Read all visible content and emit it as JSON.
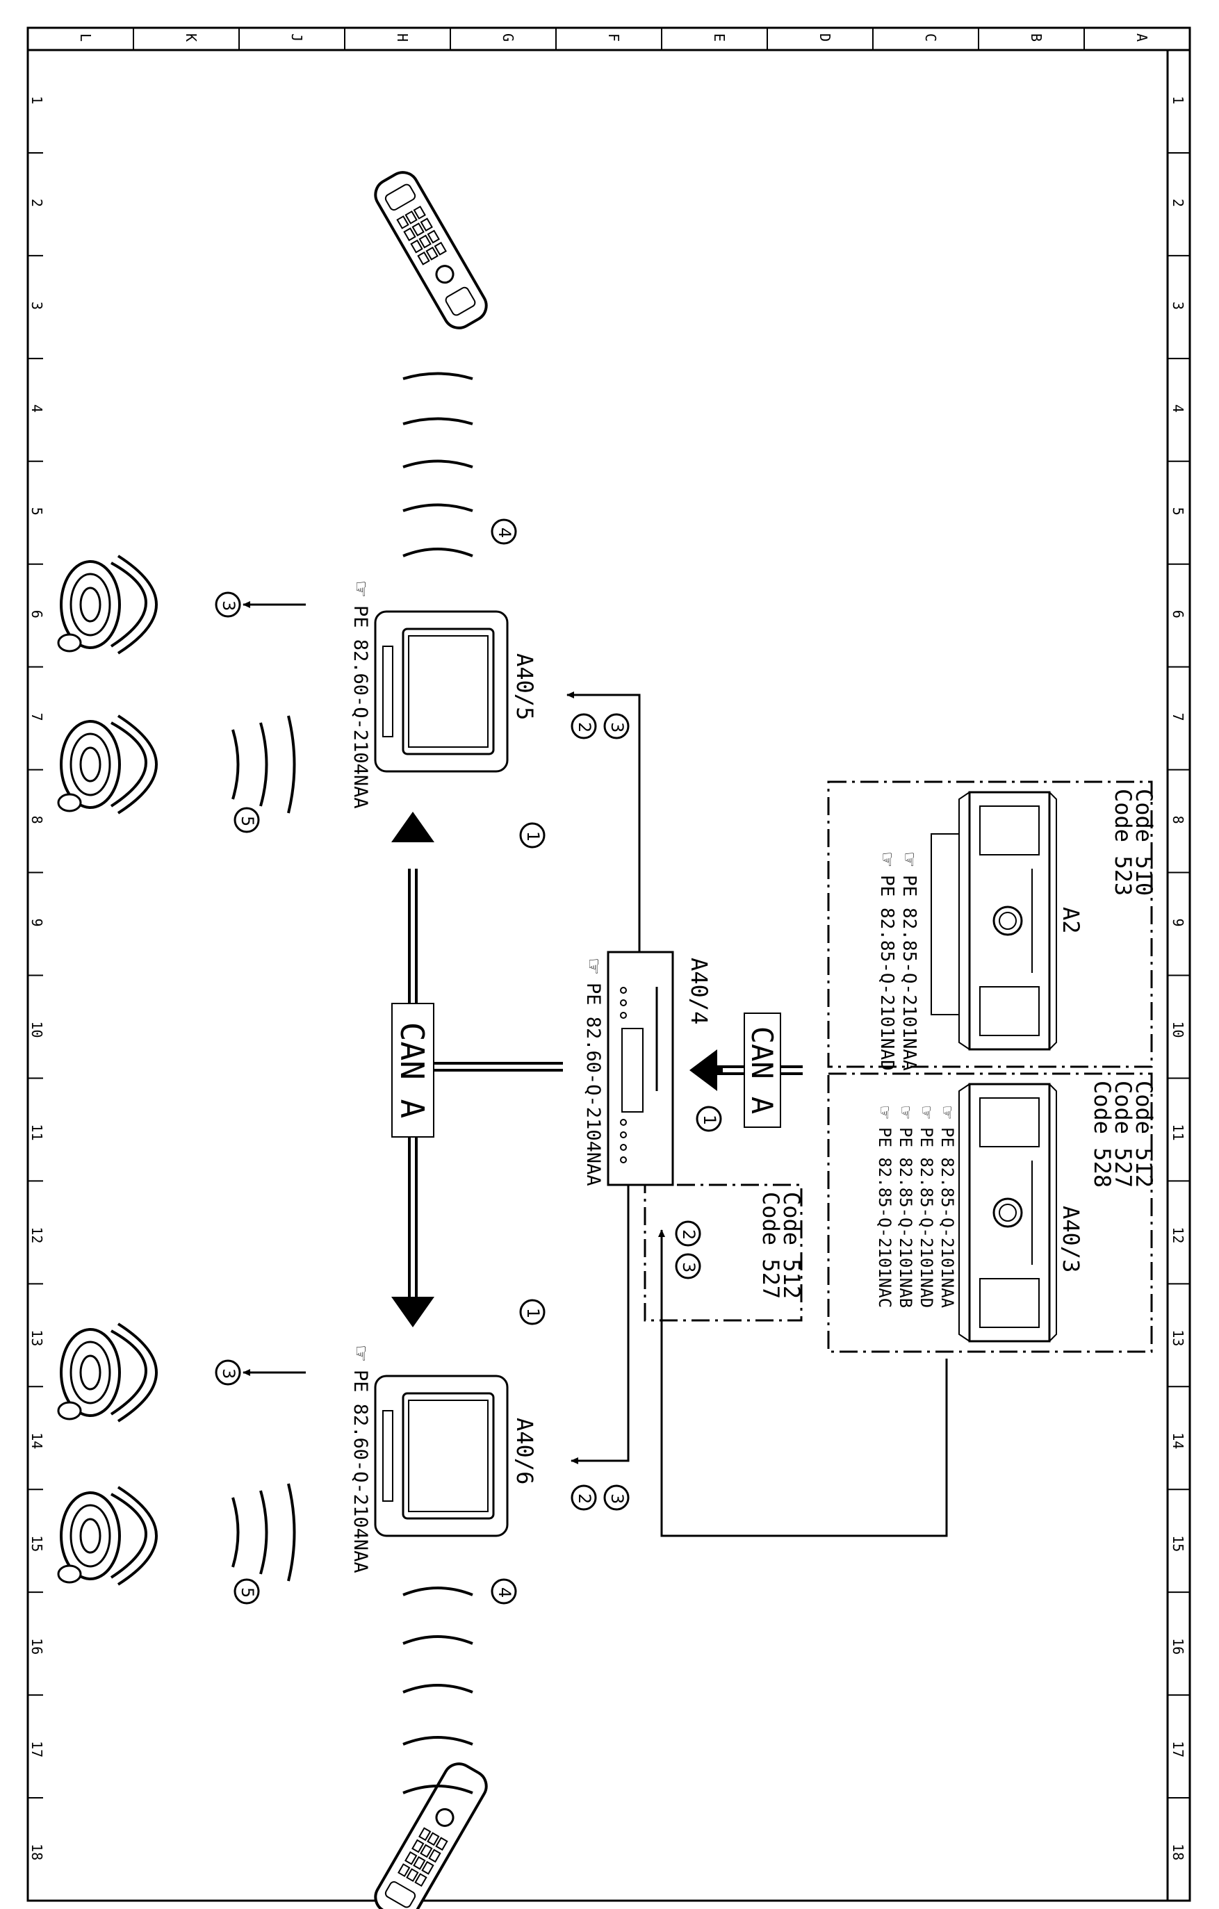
{
  "frame": {
    "column_letters": [
      "L",
      "K",
      "J",
      "H",
      "G",
      "F",
      "E",
      "D",
      "C",
      "B",
      "A"
    ],
    "row_numbers": [
      "1",
      "2",
      "3",
      "4",
      "5",
      "6",
      "7",
      "8",
      "9",
      "10",
      "11",
      "12",
      "13",
      "14",
      "15",
      "16",
      "17",
      "18"
    ]
  },
  "bus": {
    "can_label": "CAN A"
  },
  "components": {
    "a40_4": {
      "designation": "A40/4",
      "pe_ref": "PE 82.60-Q-2104NAA"
    },
    "a40_5": {
      "designation": "A40/5",
      "pe_ref": "PE 82.60-Q-2104NAA"
    },
    "a40_6": {
      "designation": "A40/6",
      "pe_ref": "PE 82.60-Q-2104NAA"
    },
    "a2": {
      "designation": "A2",
      "codes": [
        "Code 510",
        "Code 523"
      ],
      "pe_refs": [
        "PE 82.85-Q-2101NAA",
        "PE 82.85-Q-2101NAD"
      ]
    },
    "a40_3": {
      "designation": "A40/3",
      "codes": [
        "Code 512",
        "Code 527",
        "Code 528"
      ],
      "pe_refs": [
        "PE 82.85-Q-2101NAA",
        "PE 82.85-Q-2101NAD",
        "PE 82.85-Q-2101NAB",
        "PE 82.85-Q-2101NAC"
      ]
    },
    "code_box": {
      "codes": [
        "Code 512",
        "Code 527"
      ]
    }
  },
  "markers": {
    "m1": "1",
    "m2": "2",
    "m3": "3",
    "m4": "4",
    "m5": "5"
  }
}
